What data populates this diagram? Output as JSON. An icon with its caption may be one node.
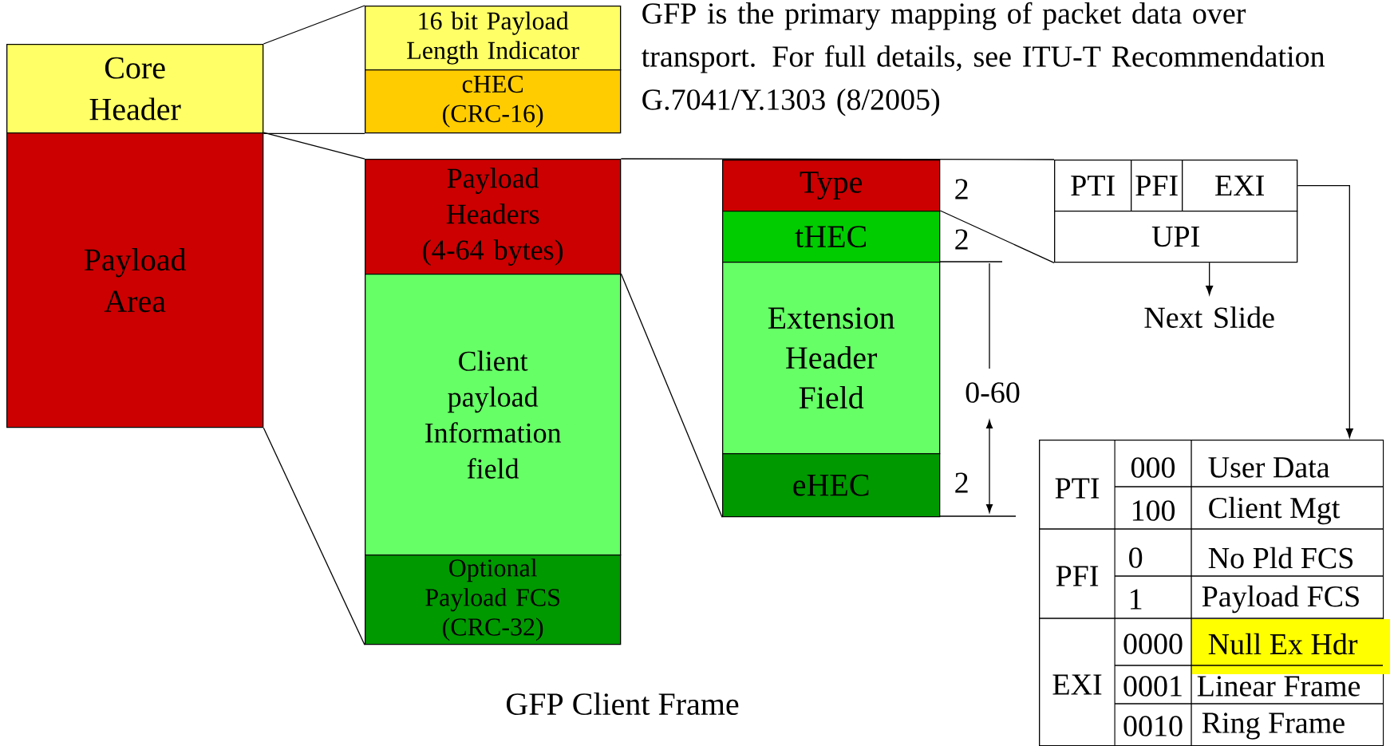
{
  "diagram": {
    "title": "GFP is the primary mapping of packet data over transport. For full details, see ITU-T Recommendation G.7041/Y.1303 (8/2005)",
    "caption": "GFP Client Frame",
    "nodes": [
      {
        "text": [
          "Core Header"
        ]
      },
      {
        "text": [
          "Payload Area"
        ]
      },
      {
        "text": [
          "16 bit Payload Length Indicator"
        ]
      },
      {
        "text": [
          "cHEC (CRC-16)"
        ]
      },
      {
        "text": [
          "Payload Headers (4-64 bytes)"
        ]
      },
      {
        "text": [
          "Client payload Information field"
        ]
      },
      {
        "text": [
          "Optional Payload FCS (CRC-32)"
        ]
      },
      {
        "text": [
          "Type"
        ]
      },
      {
        "text": [
          "tHEC"
        ]
      },
      {
        "text": [
          "Extension Header Field"
        ]
      },
      {
        "text": [
          "eHEC"
        ]
      },
      {
        "text": [
          "PTI"
        ]
      },
      {
        "text": [
          "PFI"
        ]
      },
      {
        "text": [
          "EXI"
        ]
      },
      {
        "text": [
          "UPI"
        ]
      },
      {
        "text": [
          "Next Slide"
        ]
      },
      {
        "text": [],
        "shape": "box"
      }
    ],
    "edges": [
      {
        "from": 0,
        "to": 2,
        "arrow": "none"
      },
      {
        "from": 0,
        "to": 3,
        "arrow": "none"
      },
      {
        "from": 1,
        "to": 4,
        "arrow": "none"
      },
      {
        "from": 1,
        "to": 6,
        "arrow": "none"
      },
      {
        "from": 4,
        "to": 11,
        "arrow": "none"
      },
      {
        "from": 5,
        "to": 10,
        "arrow": "none"
      },
      {
        "from": 8,
        "to": 14,
        "arrow": "none"
      },
      {
        "from": 14,
        "to": 15,
        "arrow": "to"
      },
      {
        "from": 13,
        "to": 16,
        "arrow": "to"
      }
    ],
    "labels": [
      "2",
      "2",
      "0-60",
      "2",
      "PTI",
      "000",
      "User Data",
      "100",
      "Client Mgt",
      "PFI",
      "0",
      "No Pld FCS",
      "1",
      "Payload FCS",
      "EXI",
      "0000",
      "Null Ex Hdr",
      "0001",
      "Linear Frame",
      "0010",
      "Ring Frame"
    ]
  }
}
